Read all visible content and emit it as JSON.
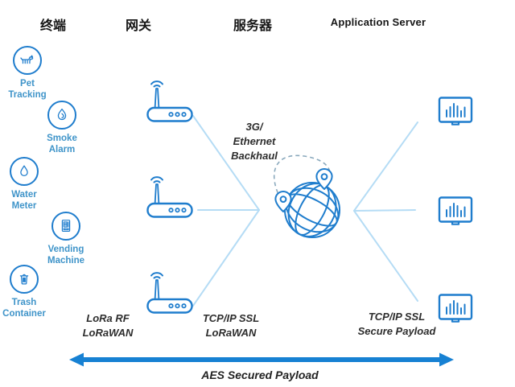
{
  "headers": {
    "endpoints": "终端",
    "gateways": "网关",
    "servers": "服务器",
    "app_server": "Application Server"
  },
  "endpoints": [
    {
      "label": "Pet\nTracking",
      "icon": "dog-icon"
    },
    {
      "label": "Smoke\nAlarm",
      "icon": "flame-icon"
    },
    {
      "label": "Water\nMeter",
      "icon": "water-drop-icon"
    },
    {
      "label": "Vending\nMachine",
      "icon": "vending-machine-icon"
    },
    {
      "label": "Trash\nContainer",
      "icon": "trash-icon"
    }
  ],
  "gateways": {
    "count": 3,
    "icon": "wifi-router-icon"
  },
  "network_server": {
    "icon": "globe-network-icon",
    "pins": "location-pin-icon"
  },
  "app_servers": {
    "count": 3,
    "icon": "bar-chart-monitor-icon"
  },
  "link_labels": {
    "backhaul": "3G/\nEthernet\nBackhaul",
    "lora": "LoRa RF\nLoRaWAN",
    "tcpip_lorawan": "TCP/IP SSL\nLoRaWAN",
    "tcpip_secure": "TCP/IP SSL\nSecure Payload",
    "aes": "AES Secured Payload"
  },
  "colors": {
    "primary_blue": "#1f7dcd",
    "light_line_blue": "#b5dcf5",
    "label_blue": "#3f94c9",
    "dark_text": "#2d2d2d",
    "arrow_blue": "#1781d3",
    "dashed_arc": "#8aa9bd"
  }
}
